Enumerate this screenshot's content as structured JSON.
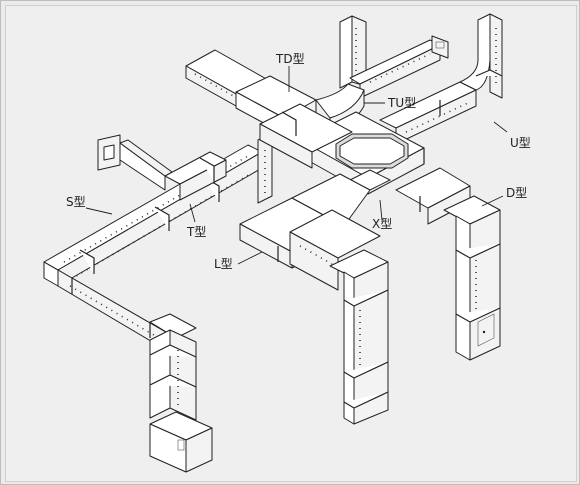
{
  "labels": {
    "td": "TD型",
    "tu": "TU型",
    "u": "U型",
    "s": "S型",
    "t": "T型",
    "d": "D型",
    "x": "X型",
    "l": "L型"
  },
  "colors": {
    "background": "#efefef",
    "frame": "#bdbdbd",
    "line": "#222222",
    "duct_fill": "#ffffff"
  }
}
